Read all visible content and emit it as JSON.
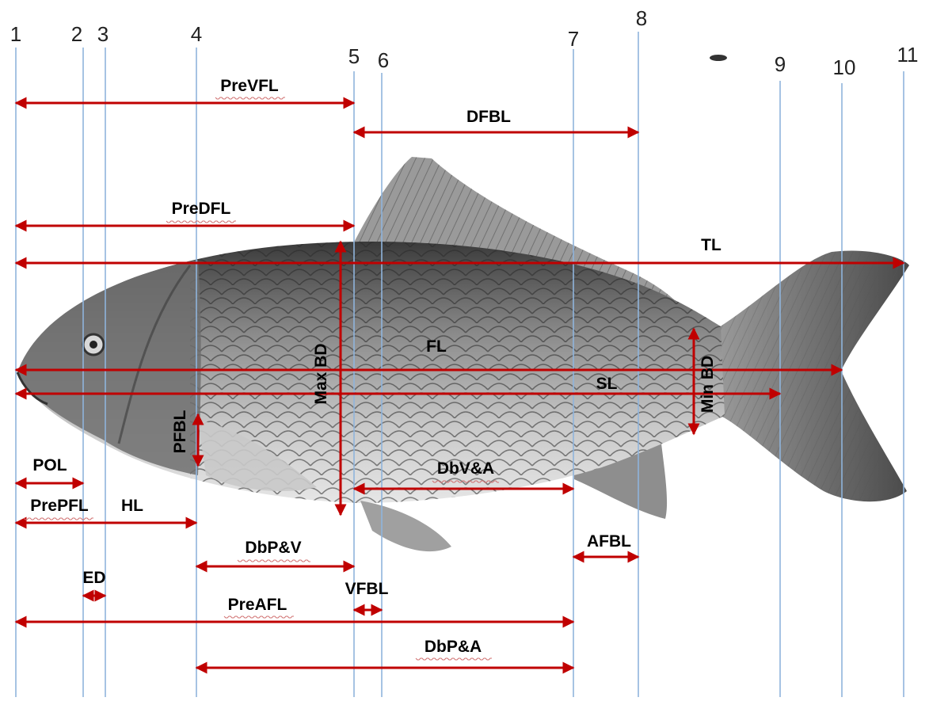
{
  "landmarks": [
    "1",
    "2",
    "3",
    "4",
    "5",
    "6",
    "7",
    "8",
    "9",
    "10",
    "11"
  ],
  "measurements": {
    "prevfl": "PreVFL",
    "dfbl": "DFBL",
    "predfl": "PreDFL",
    "tl": "TL",
    "fl": "FL",
    "sl": "SL",
    "max_bd": "Max BD",
    "min_bd": "Min BD",
    "pfbl": "PFBL",
    "pol": "POL",
    "prepfl": "PrePFL",
    "hl": "HL",
    "dbv_a": "DbV&A",
    "dbp_v": "DbP&V",
    "afbl": "AFBL",
    "ed": "ED",
    "vfbl": "VFBL",
    "preafl": "PreAFL",
    "dbp_a": "DbP&A"
  },
  "colors": {
    "arrow": "#c00000",
    "guide_line": "#8fb4dc",
    "squiggle": "#d07070"
  }
}
